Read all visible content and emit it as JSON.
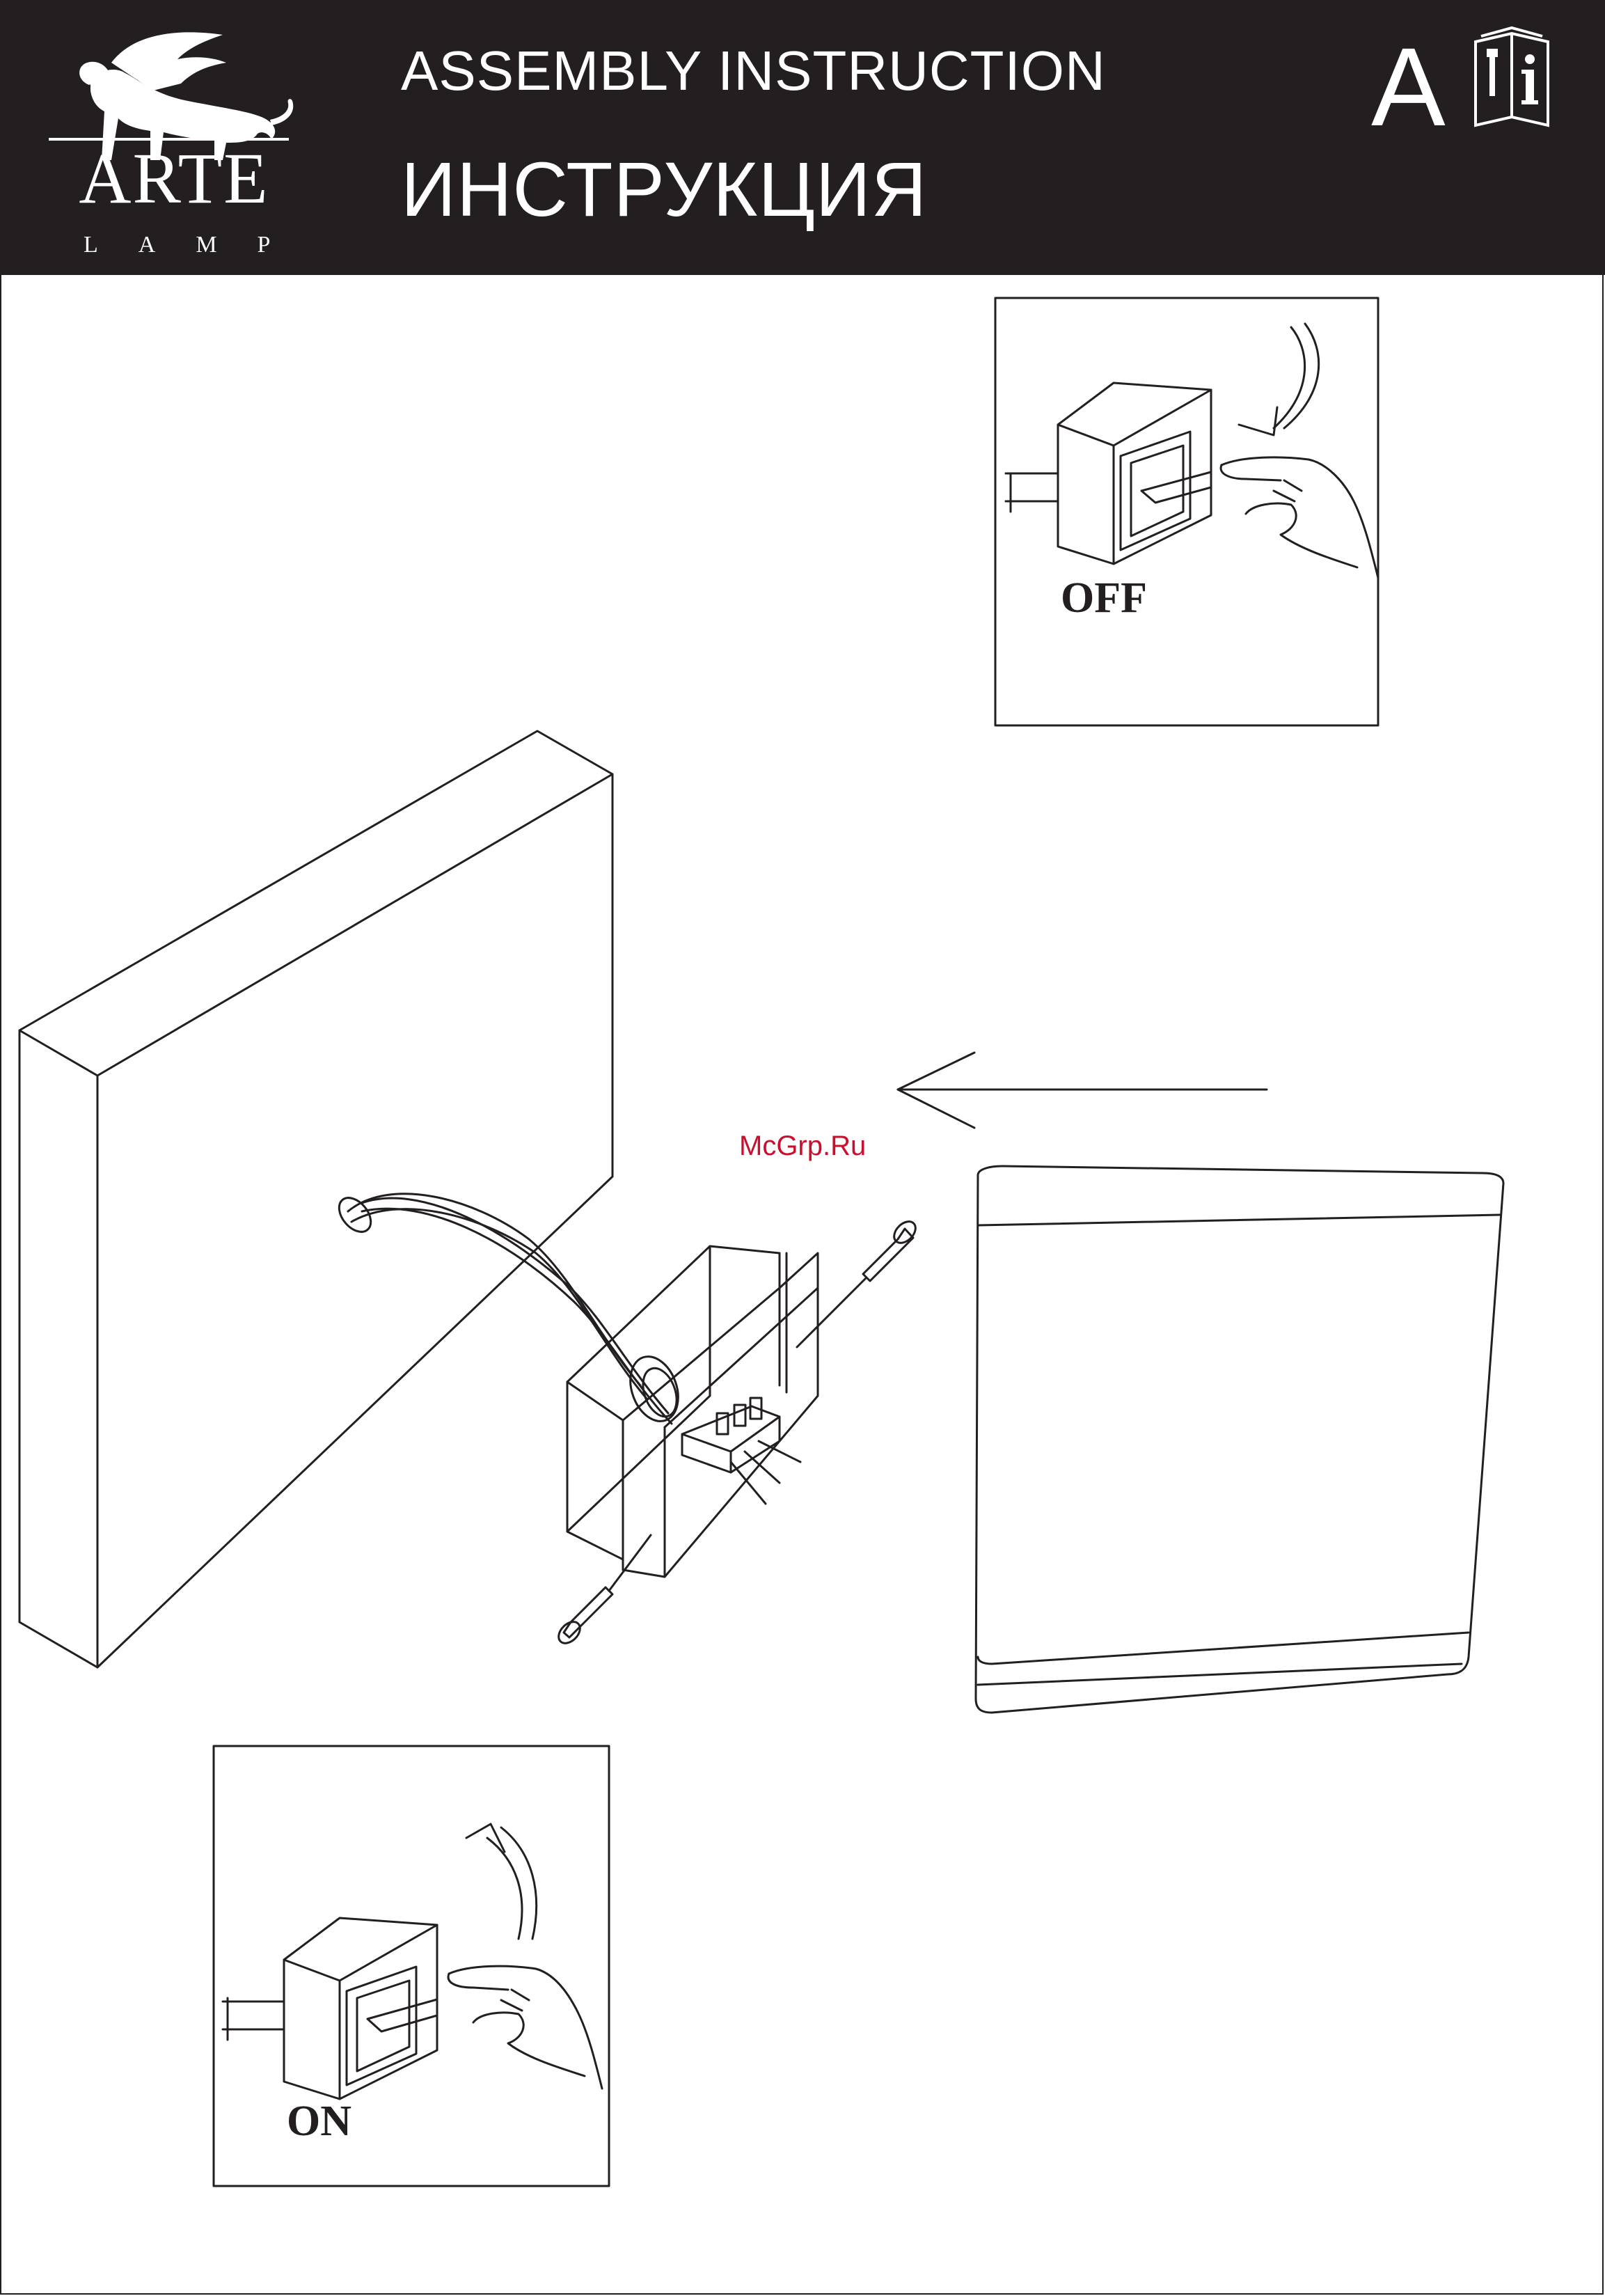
{
  "header": {
    "brand_name": "ARTE",
    "brand_sub": "LAMP",
    "title_en": "ASSEMBLY  INSTRUCTION",
    "title_ru": "ИНСТРУКЦИЯ",
    "section_letter": "A",
    "manual_icon": "manual-book-icon"
  },
  "diagram": {
    "off_label": "OFF",
    "on_label": "ON",
    "watermark": "McGrp.Ru"
  },
  "colors": {
    "ink": "#231f20",
    "header_bg": "#231f20",
    "watermark": "#c8102e"
  }
}
